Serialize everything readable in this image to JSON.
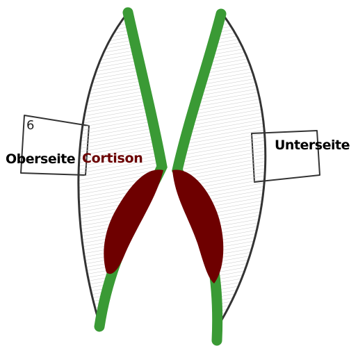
{
  "labels": {
    "number": "6",
    "upper_side": "Oberseite",
    "cortison": "Cortison",
    "lower_side": "Unterseite"
  },
  "colors": {
    "outline": "#333333",
    "layer": "#3a9a35",
    "cortison": "#6e0000",
    "shading": "#bdbdbd",
    "label_text": "#000000",
    "cortison_text": "#6b0000"
  }
}
